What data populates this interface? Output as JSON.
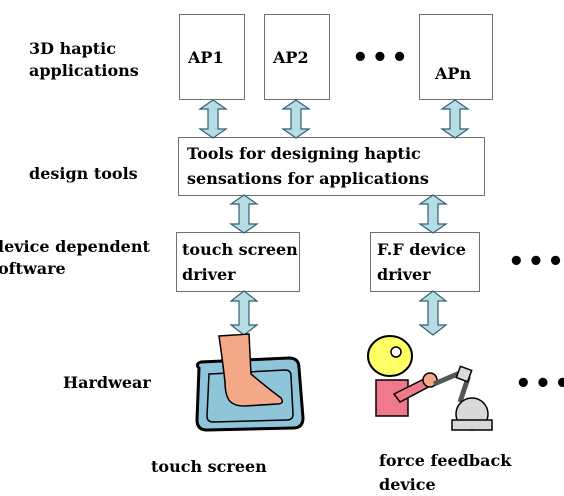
{
  "layers": {
    "applications_label": [
      "3D haptic",
      "applications"
    ],
    "design_tools_label": "design tools",
    "device_dependent_label": [
      "levice dependent",
      "oftware"
    ],
    "hardware_label": "Hardwear"
  },
  "applications": [
    "AP1",
    "AP2",
    "APn"
  ],
  "ellipsis": "•••",
  "tools_box": [
    "Tools for designing haptic",
    "sensations for applications"
  ],
  "drivers": {
    "touch_screen": [
      "touch screen",
      "driver"
    ],
    "ff_device": [
      "F.F device",
      "driver"
    ]
  },
  "hardware": {
    "touch_screen_caption": "touch screen",
    "ff_caption": [
      "force feedback",
      "device"
    ]
  },
  "colors": {
    "arrow_fill": "#b7dde4",
    "arrow_stroke": "#2f5f74",
    "box_border": "#6f6f6f",
    "screen_fill": "#8fc5d8",
    "skin_fill": "#f3a987",
    "head_fill": "#ffff66",
    "body_fill": "#f07a8c",
    "robot_fill": "#d9d9d9"
  }
}
